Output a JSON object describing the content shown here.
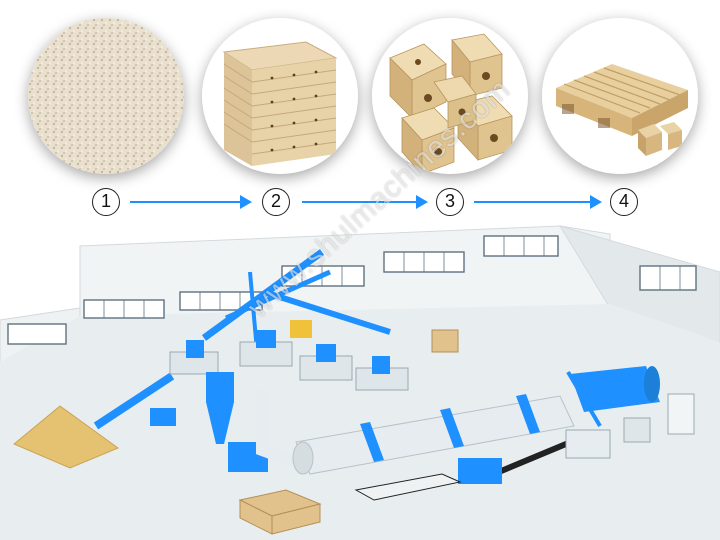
{
  "process_steps": [
    {
      "number": "1",
      "image": "sawdust"
    },
    {
      "number": "2",
      "image": "pressed-wood-blocks"
    },
    {
      "number": "3",
      "image": "wood-pallet-blocks"
    },
    {
      "number": "4",
      "image": "wooden-pallet"
    }
  ],
  "watermark": "www.shulmachines.com",
  "colors": {
    "machine_blue": "#1e90ff",
    "dryer_body": "#e6ecef",
    "floor": "#e9eef0",
    "wall": "#f2f5f6",
    "sawdust": "#e3c27a",
    "wood": "#e2c28c"
  }
}
